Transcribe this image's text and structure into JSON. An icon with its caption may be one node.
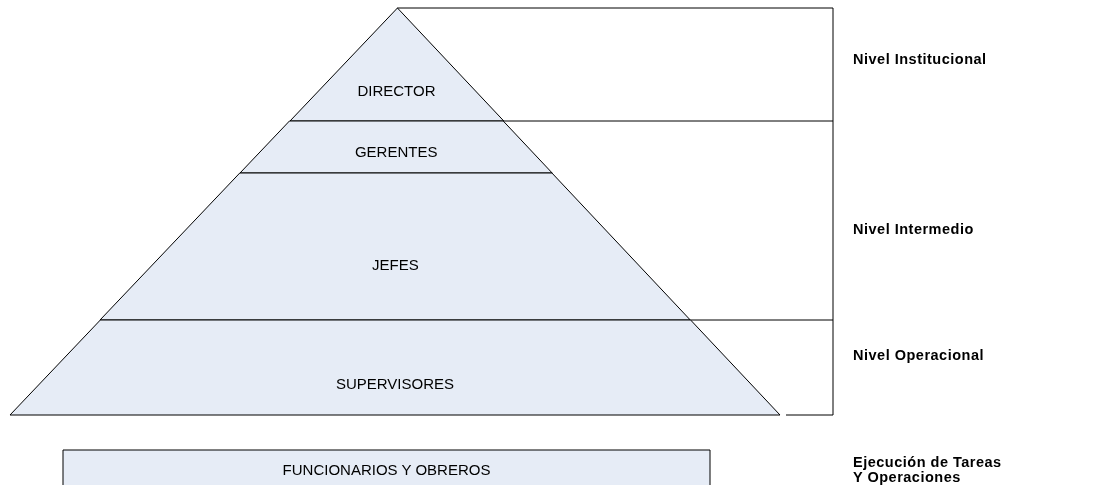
{
  "diagram": {
    "nodes": [
      {
        "text": [
          "DIRECTOR"
        ]
      },
      {
        "text": [
          "GERENTES"
        ]
      },
      {
        "text": [
          "JEFES"
        ]
      },
      {
        "text": [
          "SUPERVISORES"
        ]
      },
      {
        "text": [
          "FUNCIONARIOS Y OBREROS"
        ]
      }
    ],
    "edges": [],
    "labels": [
      "Nivel Institucional",
      "Nivel Intermedio",
      "Nivel Operacional",
      "Ejecución de Tareas Y Operaciones"
    ]
  }
}
